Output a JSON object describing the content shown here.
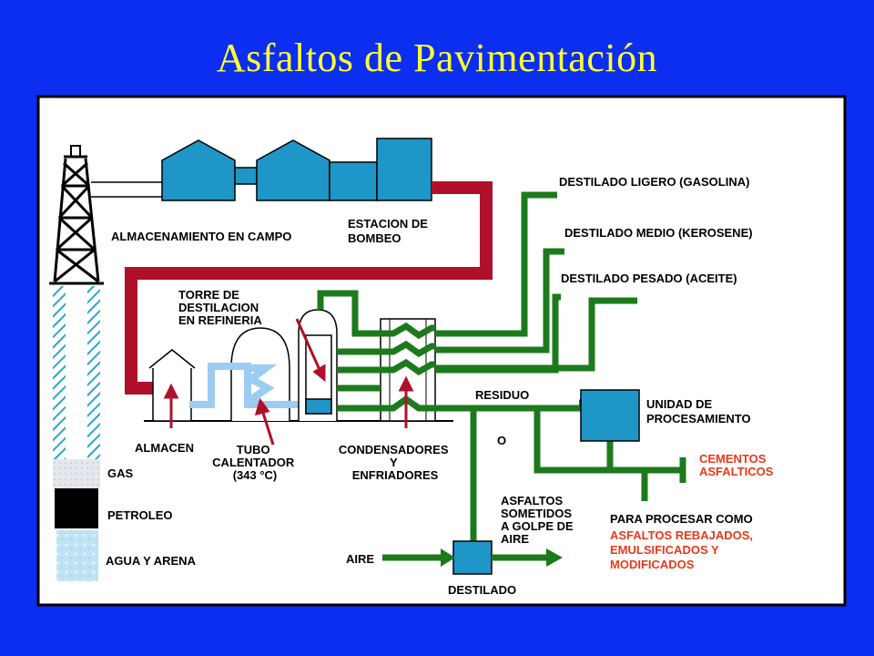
{
  "slide": {
    "title": "Asfaltos de Pavimentación"
  },
  "colors": {
    "background": "#0B2EF0",
    "title": "#FFFF33",
    "pipe_crude": "#B0102A",
    "pipe_products": "#1C7A1C",
    "pipe_heater": "#9CCCF2",
    "tank": "#1E96C8",
    "highlight_text": "#E8391A"
  },
  "labels": {
    "field_storage": "ALMACENAMIENTO EN CAMPO",
    "pump_station": [
      "ESTACION DE",
      "BOMBEO"
    ],
    "light_distillate": "DESTILADO LIGERO (GASOLINA)",
    "medium_distillate": "DESTILADO MEDIO (KEROSENE)",
    "heavy_distillate": "DESTILADO PESADO (ACEITE)",
    "distillation_tower": [
      "TORRE DE",
      "DESTILACION",
      "EN REFINERIA"
    ],
    "residue": "RESIDUO",
    "or": "O",
    "processing_unit": [
      "UNIDAD DE",
      "PROCESAMIENTO"
    ],
    "storage": "ALMACEN",
    "heater": [
      "TUBO",
      "CALENTADOR",
      "(343 °C)"
    ],
    "condensers": [
      "CONDENSADORES",
      "Y",
      "ENFRIADORES"
    ],
    "cements": [
      "CEMENTOS",
      "ASFALTICOS"
    ],
    "gas": "GAS",
    "oil": "PETROLEO",
    "water_sand": "AGUA Y ARENA",
    "blown_asphalt": [
      "ASFALTOS",
      "SOMETIDOS",
      "A GOLPE DE",
      "AIRE"
    ],
    "process_as": "PARA PROCESAR COMO",
    "process_products": [
      "ASFALTOS REBAJADOS,",
      "EMULSIFICADOS Y",
      "MODIFICADOS"
    ],
    "air": "AIRE",
    "still": "DESTILADO"
  }
}
